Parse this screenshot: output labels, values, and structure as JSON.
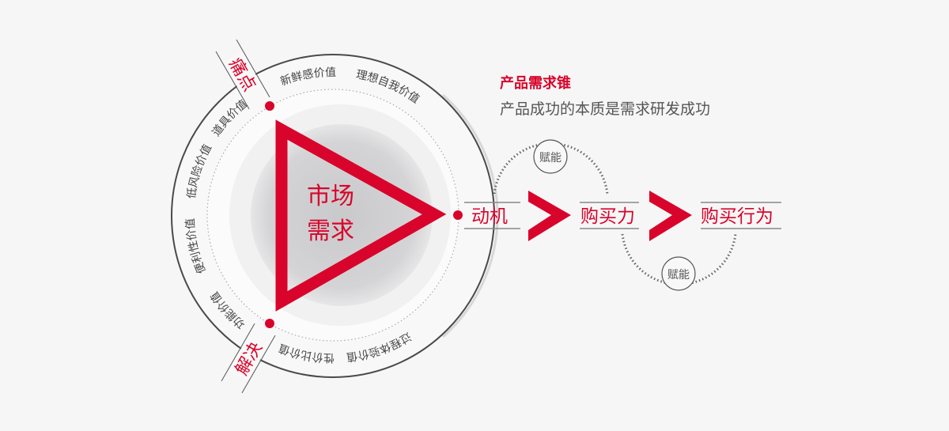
{
  "colors": {
    "accent": "#d9042b",
    "text": "#555555",
    "ring": "#555555"
  },
  "header": {
    "title": "产品需求锥",
    "subtitle": "产品成功的本质是需求研发成功"
  },
  "center": {
    "line1": "市场",
    "line2": "需求"
  },
  "markers": {
    "pain": "痛点",
    "solve": "解决"
  },
  "ring_labels": [
    "新鲜感价值",
    "理想自我价值",
    "道具价值",
    "低风险价值",
    "便利性价值",
    "功能价值",
    "性价比价值",
    "过程体验价值"
  ],
  "flow": {
    "motive": "动机",
    "power": "购买力",
    "behavior": "购买行为",
    "enable_top": "赋能",
    "enable_bottom": "赋能"
  }
}
